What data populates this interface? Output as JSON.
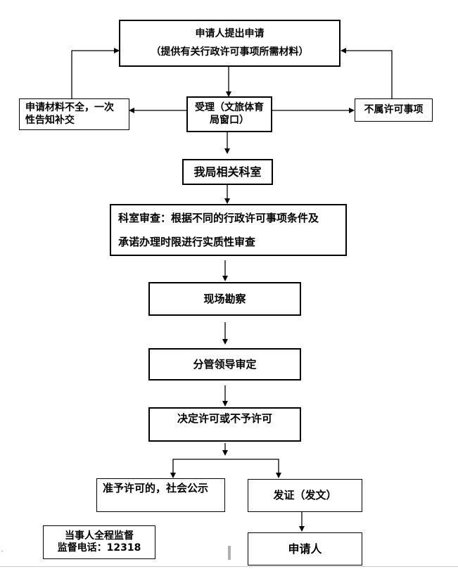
{
  "flow": {
    "apply": {
      "line1": "申请人提出申请",
      "line2": "（提供有关行政许可事项所需材料）"
    },
    "incomplete": {
      "line1": "申请材料不全，一次",
      "line2": "性告知补交"
    },
    "accept": {
      "line1": "受理（文旅体育",
      "line2": "局窗口）"
    },
    "not_applicable": "不属许可事项",
    "department": "我局相关科室",
    "review": {
      "line1": "科室审查：根据不同的行政许可事项条件及",
      "line2": "承诺办理时限进行实质性审查"
    },
    "site": "现场勘察",
    "leader": "分管领导审定",
    "decision": "决定许可或不予许可",
    "approve": "准予许可的，社会公示",
    "issue": "发证（发文）",
    "applicant": "申请人"
  },
  "supervision": {
    "line1": "当事人全程监督",
    "line2": "监督电话：12318"
  },
  "corner_mark": "ˇ"
}
